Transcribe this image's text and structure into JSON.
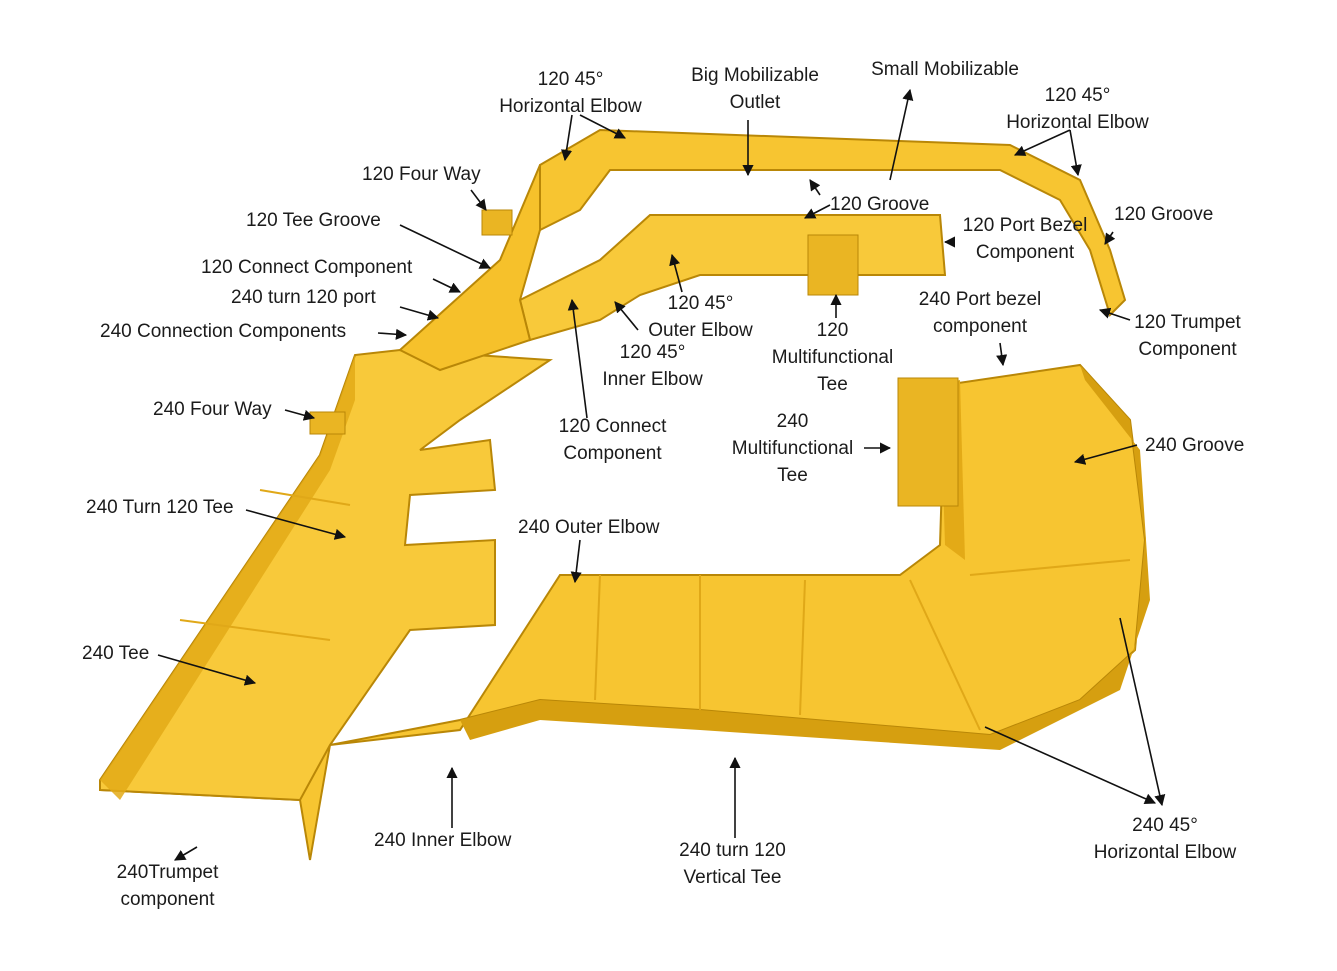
{
  "colors": {
    "tray_fill": "#f7c531",
    "tray_light": "#fbd650",
    "tray_dark": "#d69f10",
    "tray_edge": "#b98707",
    "arrow": "#111111",
    "background": "#ffffff"
  },
  "labels": {
    "h45_top_l1": "120  45°",
    "h45_top_l2": "Horizontal  Elbow",
    "big_outlet_l1": "Big  Mobilizable",
    "big_outlet_l2": "Outlet",
    "small_outlet": "Small Mobilizable",
    "h45_top_right_l1": "120  45°",
    "h45_top_right_l2": "Horizontal  Elbow",
    "four_way_120": "120 Four Way",
    "tee_groove_120": "120 Tee Groove",
    "groove_120_mid": "120 Groove",
    "port_bezel_120_l1": "120 Port Bezel",
    "port_bezel_120_l2": "Component",
    "groove_120_right": "120 Groove",
    "connect_120": "120 Connect  Component",
    "turn_240_120_port": "240 turn 120 port",
    "outer_elbow_120_l1": "120  45°",
    "outer_elbow_120_l2": "Outer Elbow",
    "conn_240": "240 Connection  Components",
    "inner_elbow_120_l1": "120  45°",
    "inner_elbow_120_l2": "Inner Elbow",
    "multi_tee_120_l1": "120",
    "multi_tee_120_l2": "Multifunctional",
    "multi_tee_120_l3": "Tee",
    "port_bezel_240_l1": "240 Port bezel",
    "port_bezel_240_l2": "component",
    "trumpet_120_l1": "120 Trumpet",
    "trumpet_120_l2": "Component",
    "four_way_240": "240 Four Way",
    "connect_120_b_l1": "120 Connect",
    "connect_120_b_l2": "Component",
    "multi_tee_240_l1": "240",
    "multi_tee_240_l2": "Multifunctional",
    "multi_tee_240_l3": "Tee",
    "groove_240": "240  Groove",
    "turn_tee_240": "240 Turn 120 Tee",
    "outer_elbow_240": "240 Outer Elbow",
    "tee_240": "240 Tee",
    "inner_elbow_240": "240 Inner Elbow",
    "vtee_l1": "240 turn 120",
    "vtee_l2": "Vertical Tee",
    "trumpet_240_l1": "240Trumpet",
    "trumpet_240_l2": "component",
    "h45_240_l1": "240   45°",
    "h45_240_l2": "Horizontal   Elbow"
  }
}
